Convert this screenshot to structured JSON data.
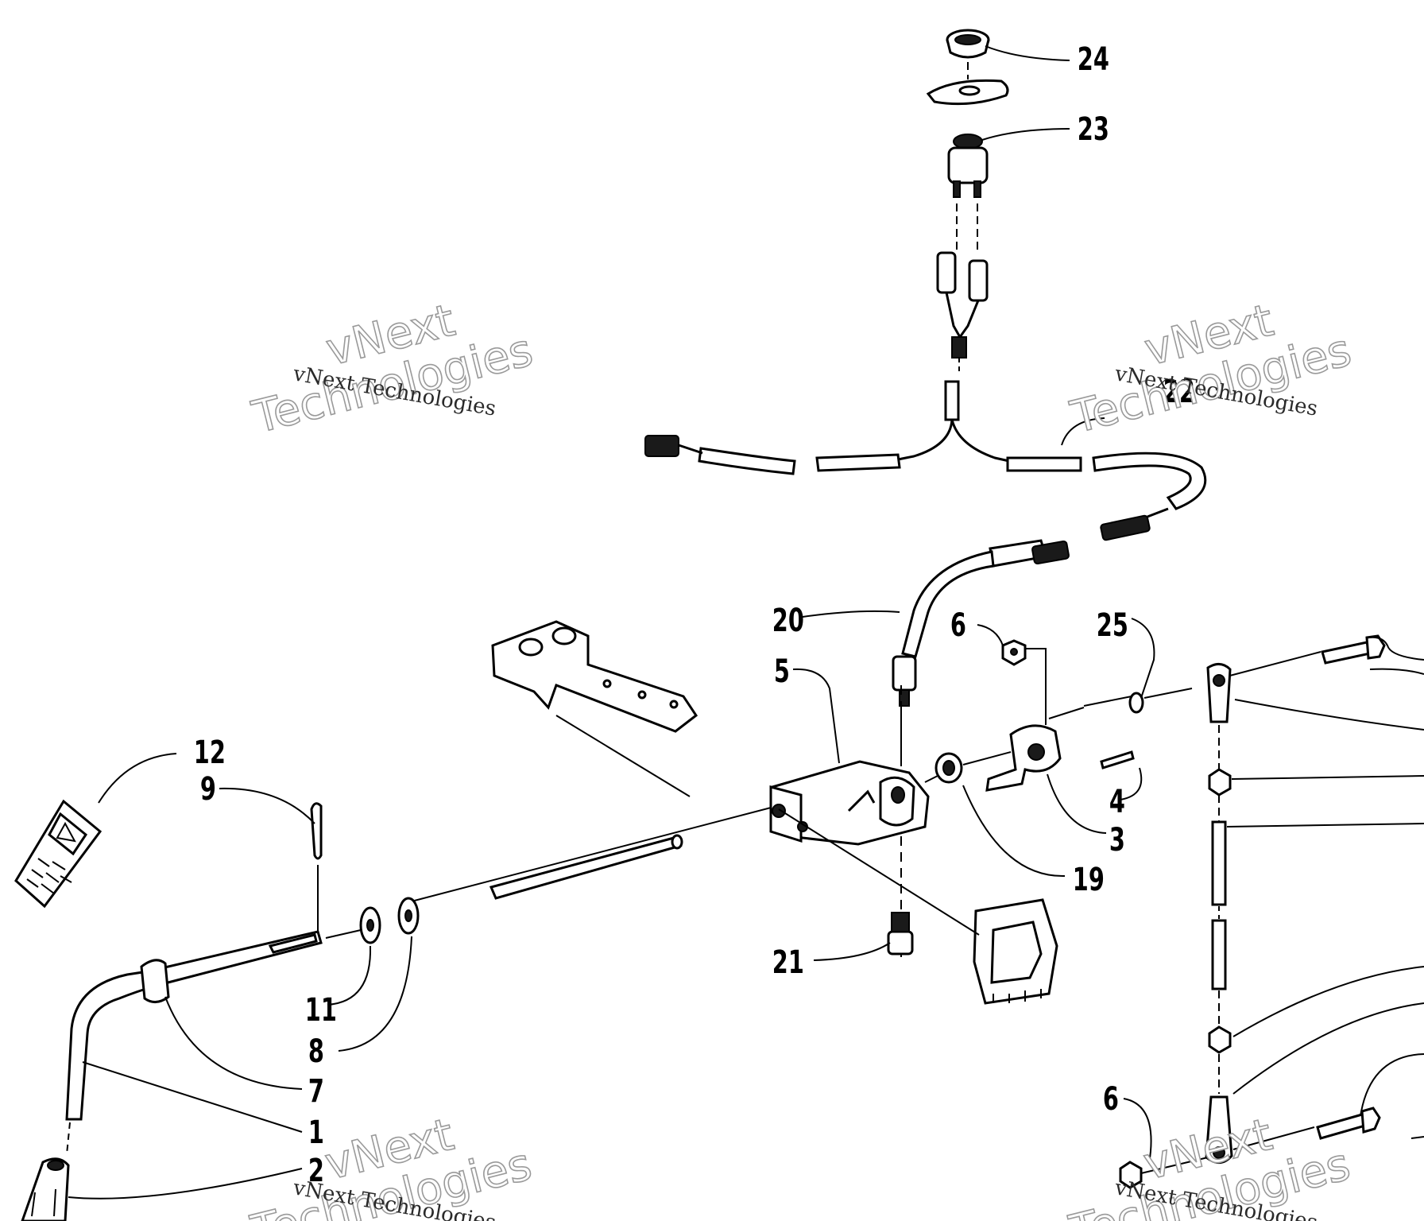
{
  "callouts": [
    "24",
    "23",
    "22",
    "20",
    "5",
    "6",
    "25",
    "12",
    "9",
    "4",
    "3",
    "19",
    "21",
    "11",
    "8",
    "7",
    "1",
    "2",
    "6"
  ],
  "watermark": {
    "big_top": "vNext",
    "big_bottom": "Technologies",
    "small": "vNext Technologies"
  }
}
